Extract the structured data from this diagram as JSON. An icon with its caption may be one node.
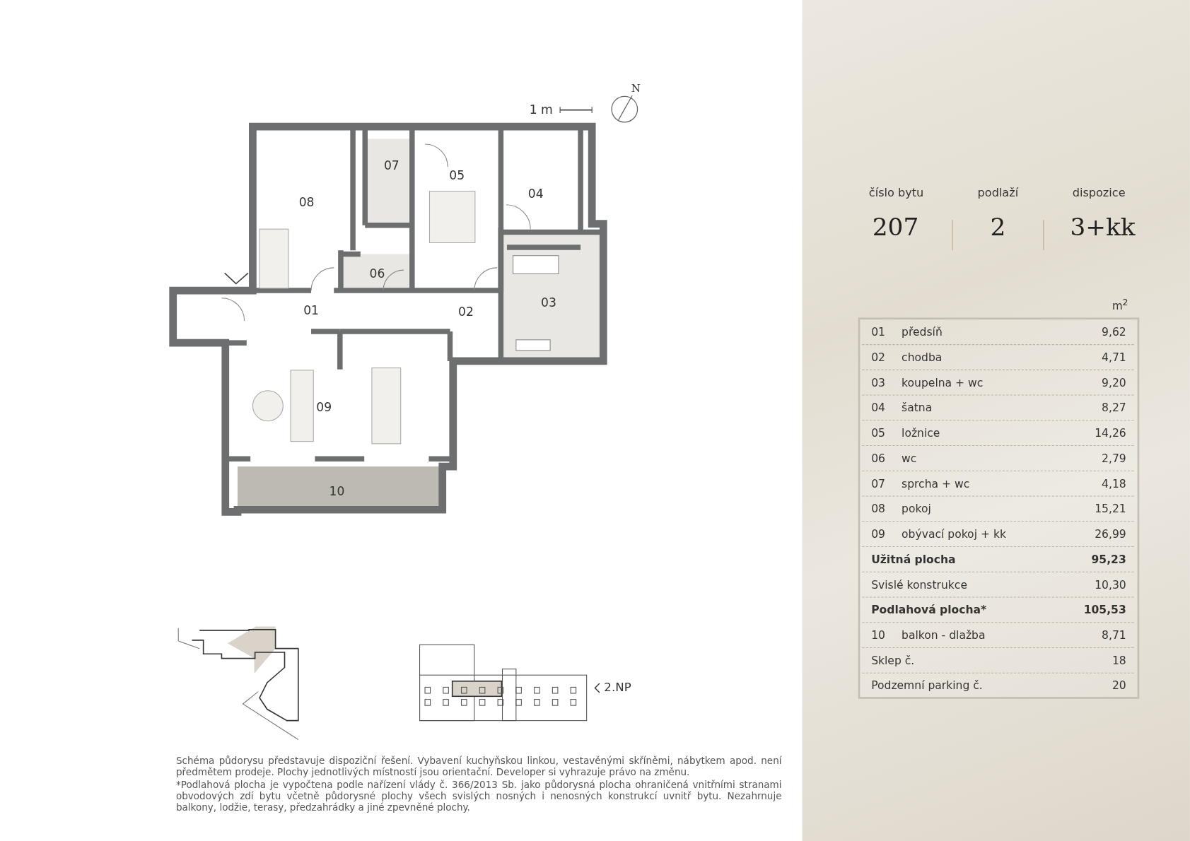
{
  "diagram": {
    "labels": [
      "1 m",
      "N",
      "08",
      "07",
      "05",
      "04",
      "06",
      "01",
      "02",
      "03",
      "09",
      "10",
      "číslo bytu",
      "podlaží",
      "dispozice",
      "207",
      "2",
      "3+kk",
      "m$^{2}$",
      "01",
      "předsíň",
      "9,62",
      "02",
      "chodba",
      "4,71",
      "03",
      "koupelna + wc",
      "9,20",
      "04",
      "šatna",
      "8,27",
      "05",
      "ložnice",
      "14,26",
      "06",
      "wc",
      "2,79",
      "07",
      "sprcha + wc",
      "4,18",
      "08",
      "pokoj",
      "15,21",
      "09",
      "obývací pokoj + kk",
      "26,99",
      "Užitná plocha",
      "95,23",
      "Svislé konstrukce",
      "10,30",
      "Podlahová plocha*",
      "105,53",
      "10",
      "balkon - dlažba",
      "8,71",
      "Sklep č.",
      "18",
      "2.NP",
      "Podzemní parking č.",
      "20",
      "Schéma půdorysu představuje dispoziční řešení. Vybavení kuchyňskou linkou, vestavěnými skříněmi, nábytkem apod. není předmětem prodeje. Plochy jednotlivých místností jsou orientační. Developer si vyhrazuje právo na změnu.",
      "*Podlahová plocha je vypočtena podle nařízení vlády č. 366/2013 Sb. jako půdorysná plocha ohraničená vnitřními stranami obvodových zdí bytu včetně půdorysné plochy všech svislých nosných i nenosných konstrukcí uvnitř bytu. Nezahrnuje balkony, lodžie, terasy, předzahrádky a jiné zpevněné plochy."
    ]
  }
}
